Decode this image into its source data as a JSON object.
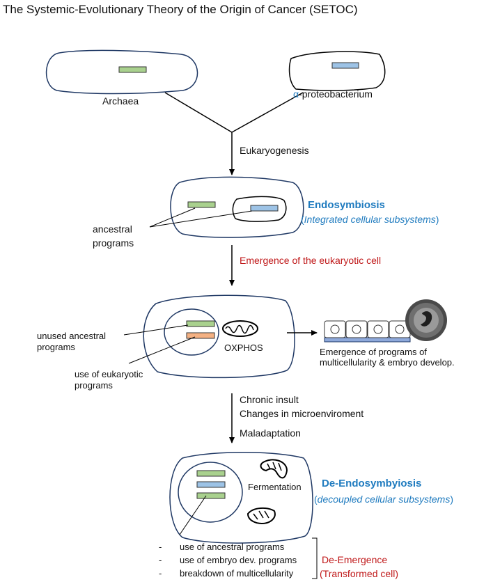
{
  "title": "The Systemic-Evolutionary Theory of the Origin of Cancer (SETOC)",
  "archaea_label": "Archaea",
  "proteo_alpha": "α",
  "proteo_rest": "-proteobacterium",
  "eukaryogenesis": "Eukaryogenesis",
  "ancestral_line1": "ancestral",
  "ancestral_line2": "programs",
  "endosymbiosis": "Endosymbiosis",
  "endosymbiosis_paren_open": "(",
  "endosymbiosis_sub": "Integrated cellular subsystems",
  "endosymbiosis_paren_close": ")",
  "emergence": "Emergence of the eukaryotic cell",
  "unused_line1": "unused ancestral",
  "unused_line2": "programs",
  "use_euk_line1": "use of eukaryotic",
  "use_euk_line2": "programs",
  "oxphos": "OXPHOS",
  "multicell_line1": "Emergence of programs of",
  "multicell_line2": "multicellularity & embryo develop.",
  "chronic": "Chronic insult",
  "changes": "Changes in microenviroment",
  "maladaptation": "Maladaptation",
  "fermentation": "Fermentation",
  "de_endo": "De-Endosymbyiosis",
  "de_endo_paren_open": "(",
  "de_endo_sub": "decoupled cellular subsystems",
  "de_endo_paren_close": ")",
  "bullets": [
    "use of ancestral programs",
    "use of embryo dev. programs",
    "breakdown of multicellularity"
  ],
  "bullet_dash": "-",
  "de_emergence": "De-Emergence",
  "transformed": "(Transformed cell)",
  "colors": {
    "green_program": "#a9d18e",
    "blue_program": "#9dc3e6",
    "orange_program": "#f4b183",
    "outline": "#1f3864",
    "blue_text": "#1f7bbf",
    "red_text": "#c0191a"
  }
}
